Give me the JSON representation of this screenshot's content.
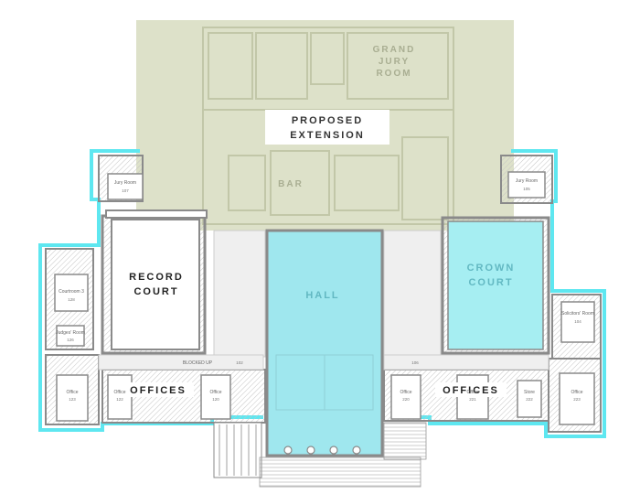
{
  "colors": {
    "outline_cyan": "#5ee7f0",
    "hall_fill": "#9fe7ee",
    "crown_fill": "#a6eef2",
    "extension_fill": "#d7dcc0",
    "wall": "#8a8a8a",
    "hatch": "#b9b9b9"
  },
  "labels": {
    "proposed_extension": [
      "PROPOSED",
      "EXTENSION"
    ],
    "grand_jury_room": [
      "GRAND",
      "JURY",
      "ROOM"
    ],
    "bar": "BAR",
    "record_court": [
      "RECORD",
      "COURT"
    ],
    "hall": "HALL",
    "crown_court": [
      "CROWN",
      "COURT"
    ],
    "offices_left": "OFFICES",
    "offices_right": "OFFICES"
  },
  "small_labels": {
    "jury_room_left": "Jury Room",
    "jury_room_left_num": "107",
    "jury_room_right": "Jury Room",
    "jury_room_right_num": "105",
    "courtroom_3": "Courtroom 3",
    "courtroom_3_num": "128",
    "judges_room": "Judges' Room",
    "judges_room_num": "126",
    "office_1": "Office",
    "office_1_num": "123",
    "office_2": "Office",
    "office_2_num": "122",
    "office_3": "Office",
    "office_3_num": "120",
    "office_4": "Office",
    "office_4_num": "220",
    "office_5": "Office",
    "office_5_num": "221",
    "store": "Store",
    "store_num": "222",
    "office_6": "Office",
    "office_6_num": "223",
    "solicitors_room": "Solicitors' Room",
    "solicitors_room_num": "104",
    "blocked_up": "BLOCKED UP",
    "corr_num_left": "102",
    "corr_num_right": "106"
  }
}
